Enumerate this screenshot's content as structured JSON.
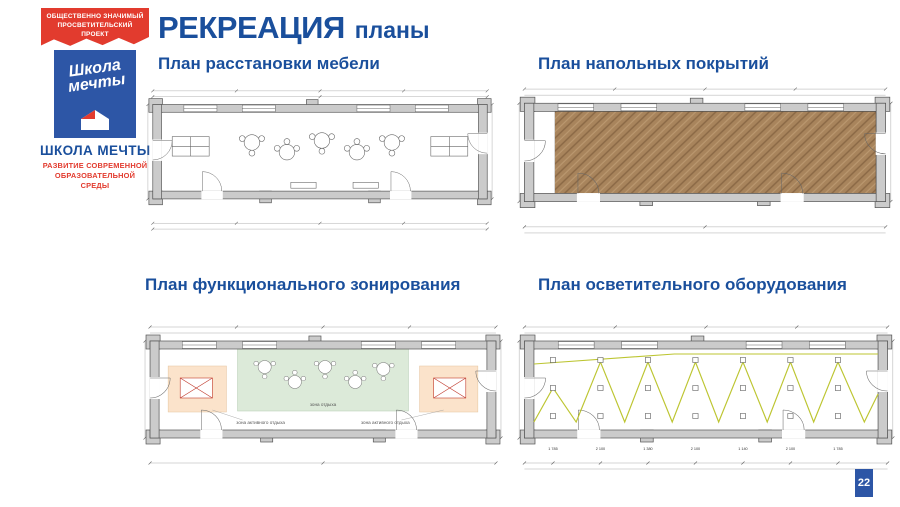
{
  "logo": {
    "banner_line1": "ОБЩЕСТВЕННО ЗНАЧИМЫЙ",
    "banner_line2": "ПРОСВЕТИТЕЛЬСКИЙ ПРОЕКТ",
    "emblem_line1": "Школа",
    "emblem_line2": "мечты",
    "name": "ШКОЛА МЕЧТЫ",
    "tagline_line1": "РАЗВИТИЕ СОВРЕМЕННОЙ",
    "tagline_line2": "ОБРАЗОВАТЕЛЬНОЙ СРЕДЫ"
  },
  "header": {
    "title": "РЕКРЕАЦИЯ",
    "subtitle": "планы"
  },
  "plans": {
    "furniture": {
      "label": "План расстановки мебели"
    },
    "flooring": {
      "label": "План напольных покрытий"
    },
    "zoning": {
      "label": "План функционального зонирования",
      "zone_center": "зона отдыха",
      "zone_left": "зона активного отдыха",
      "zone_right": "зона активного отдыха"
    },
    "lighting": {
      "label": "План осветительного оборудования",
      "dims": [
        "1 785",
        "2 100",
        "1 380",
        "2 100",
        "1 140",
        "2 100",
        "1 785"
      ]
    }
  },
  "page": {
    "number": "22"
  },
  "colors": {
    "accent_blue": "#1a4f9c",
    "logo_blue": "#2d56a6",
    "accent_red": "#e23b2e",
    "floor_brown": "#a8845c",
    "zone_green": "#dcead9",
    "zone_peach": "#fbe3cb",
    "wiring_olive": "#b9c226",
    "wall_gray": "#cbcbcb"
  }
}
